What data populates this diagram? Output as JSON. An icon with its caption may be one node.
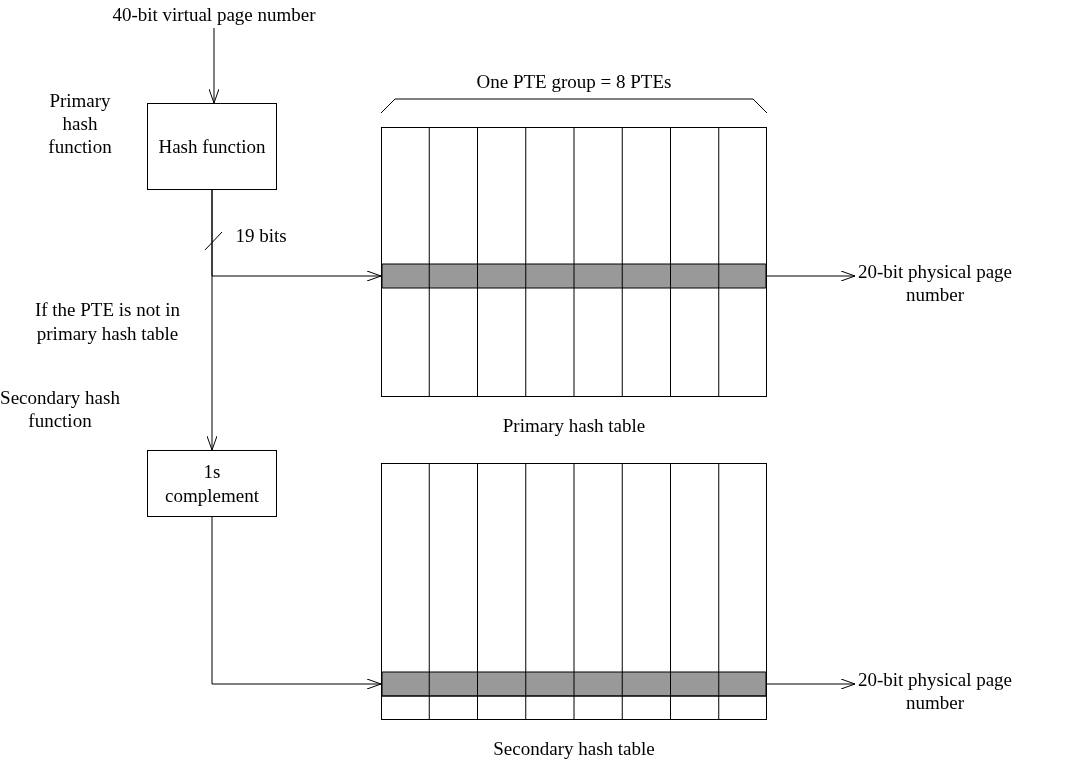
{
  "diagram": {
    "nodes": [
      {
        "text": [
          "40-bit virtual page number"
        ]
      },
      {
        "text": [
          "Hash function"
        ],
        "beside": [
          "Primary hash function"
        ]
      },
      {
        "text": [
          "Primary hash table"
        ]
      },
      {
        "text": [
          "20-bit physical page number"
        ]
      },
      {
        "text": [
          "1s complement"
        ],
        "beside": [
          "Secondary hash function"
        ]
      },
      {
        "text": [
          "Secondary hash table"
        ]
      },
      {
        "text": [
          "20-bit physical page number"
        ]
      }
    ],
    "edges": [
      {
        "from": 0,
        "to": 1,
        "arrow": "to"
      },
      {
        "from": 1,
        "to": 2,
        "arrow": "to",
        "label": "19 bits"
      },
      {
        "from": 1,
        "to": 4,
        "arrow": "to",
        "label": "If the PTE is not in primary hash table"
      },
      {
        "from": 2,
        "to": 3,
        "arrow": "to"
      },
      {
        "from": 4,
        "to": 5,
        "arrow": "to"
      },
      {
        "from": 5,
        "to": 6,
        "arrow": "to"
      }
    ],
    "labels": [
      "One PTE group = 8 PTEs"
    ]
  }
}
